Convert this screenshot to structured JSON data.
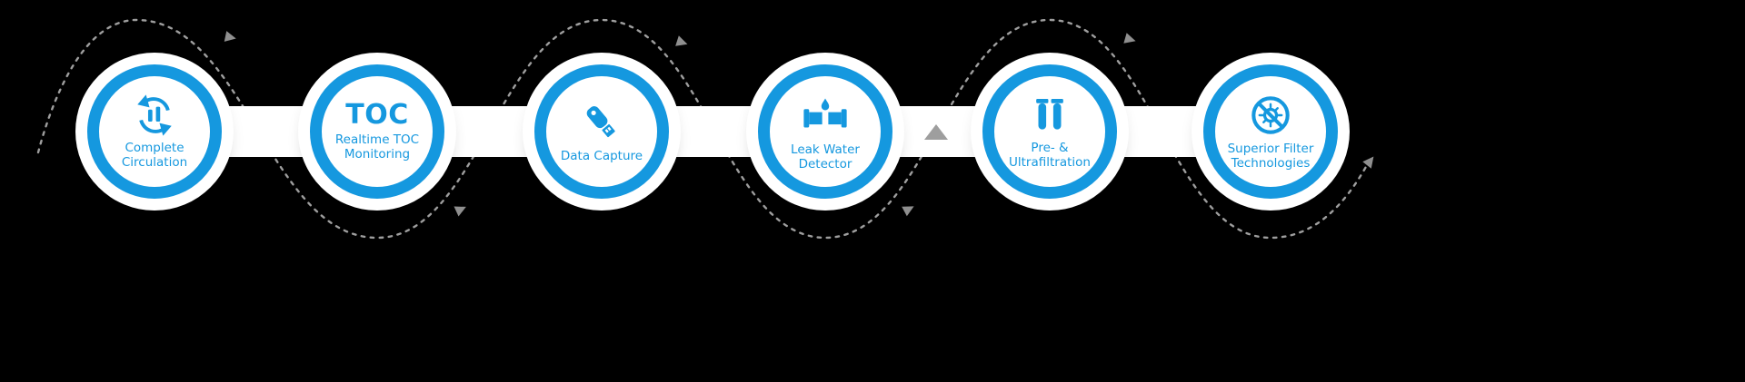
{
  "colors": {
    "bg": "#000000",
    "accent": "#1598df",
    "line": "#9e9e9e"
  },
  "diagram": {
    "type": "process-flow-infographic",
    "flow_direction": "left-to-right",
    "steps": [
      {
        "label": "Complete Circulation",
        "icon": "circulation-icon"
      },
      {
        "icon_text": "TOC",
        "label": "Realtime TOC Monitoring",
        "icon": "toc-text"
      },
      {
        "label": "Data Capture",
        "icon": "usb-drive-icon"
      },
      {
        "label": "Leak Water Detector",
        "icon": "pipe-leak-icon"
      },
      {
        "label": "Pre- & Ultrafiltration",
        "icon": "filter-cartridges-icon"
      },
      {
        "label": "Superior Filter Technologies",
        "icon": "no-germs-filter-icon"
      }
    ]
  }
}
